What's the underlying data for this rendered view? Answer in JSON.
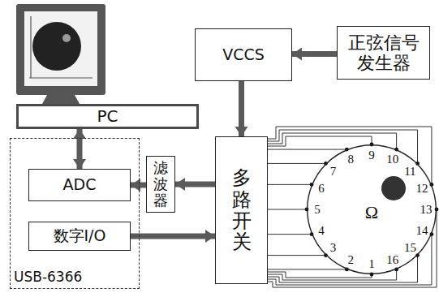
{
  "diagram": {
    "nodes": [
      {
        "text": [
          "PC"
        ]
      },
      {
        "text": [
          "VCCS"
        ]
      },
      {
        "text": [
          "正弦信号 发生器"
        ]
      },
      {
        "text": [
          "USB-6366"
        ]
      },
      {
        "text": [
          "ADC"
        ],
        "in": 3
      },
      {
        "text": [
          "数字I/O"
        ],
        "in": 3
      },
      {
        "text": [
          "滤波器"
        ]
      },
      {
        "text": [
          "多路开关"
        ]
      },
      {
        "text": [
          "Ω"
        ]
      }
    ],
    "edges": [
      {
        "from": 2,
        "to": 1,
        "arrow": "to"
      },
      {
        "from": 1,
        "to": 7,
        "arrow": "to"
      },
      {
        "from": 7,
        "to": 6,
        "arrow": "to"
      },
      {
        "from": 6,
        "to": 4,
        "arrow": "to"
      },
      {
        "from": 4,
        "to": 0,
        "arrow": "both"
      },
      {
        "from": 5,
        "to": 7,
        "arrow": "to"
      },
      {
        "from": 7,
        "to": 8,
        "arrow": "none"
      }
    ],
    "labels": [
      "1",
      "2",
      "3",
      "4",
      "5",
      "6",
      "7",
      "8",
      "9",
      "10",
      "11",
      "12",
      "13",
      "14",
      "15",
      "16"
    ]
  }
}
